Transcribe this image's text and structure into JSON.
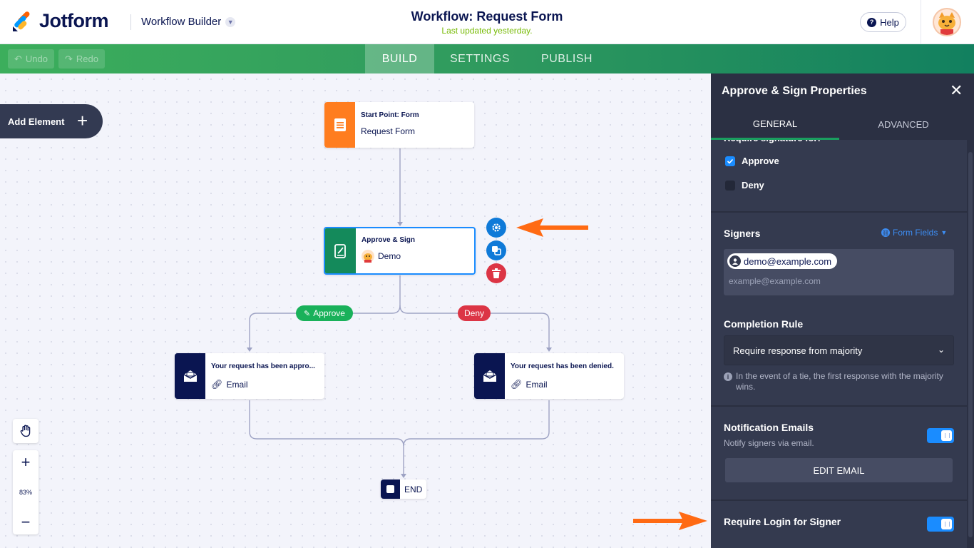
{
  "header": {
    "brand": "Jotform",
    "app_switcher": "Workflow Builder",
    "title": "Workflow: Request Form",
    "subtitle": "Last updated yesterday.",
    "help_label": "Help"
  },
  "toolbar": {
    "undo_label": "Undo",
    "redo_label": "Redo",
    "tabs": [
      {
        "label": "BUILD",
        "active": true
      },
      {
        "label": "SETTINGS",
        "active": false
      },
      {
        "label": "PUBLISH",
        "active": false
      }
    ]
  },
  "canvas": {
    "add_element_label": "Add Element",
    "start_node": {
      "kind": "Start Point: Form",
      "value": "Request Form"
    },
    "approve_node": {
      "kind": "Approve & Sign",
      "value": "Demo"
    },
    "branch_approve": "Approve",
    "branch_deny": "Deny",
    "email_approved": {
      "kind": "Your request has been appro...",
      "value": "Email"
    },
    "email_denied": {
      "kind": "Your request has been denied.",
      "value": "Email"
    },
    "end_label": "END",
    "zoom_level": "83%"
  },
  "panel": {
    "title": "Approve & Sign Properties",
    "tabs": [
      {
        "label": "GENERAL",
        "active": true
      },
      {
        "label": "ADVANCED",
        "active": false
      }
    ],
    "require_signature_label": "Require signature for:",
    "options": [
      {
        "label": "Approve",
        "checked": true
      },
      {
        "label": "Deny",
        "checked": false
      }
    ],
    "signers_label": "Signers",
    "form_fields_label": "Form Fields",
    "signer_chip": "demo@example.com",
    "signer_placeholder": "example@example.com",
    "completion_rule_label": "Completion Rule",
    "completion_rule_value": "Require response from majority",
    "completion_note": "In the event of a tie, the first response with the majority wins.",
    "notification_label": "Notification Emails",
    "notification_sub": "Notify signers via email.",
    "notification_on": true,
    "edit_email_label": "EDIT EMAIL",
    "require_login_label": "Require Login for Signer",
    "require_login_on": true
  },
  "colors": {
    "brand_navy": "#0a1551",
    "toolbar_green": "#2f9a5e",
    "start_orange": "#ff7d1f",
    "approve_green": "#148a5b",
    "approve_pill": "#19b15a",
    "deny_red": "#dc3545",
    "accent_blue": "#1a8cff",
    "annotation_arrow": "#ff6a13"
  }
}
